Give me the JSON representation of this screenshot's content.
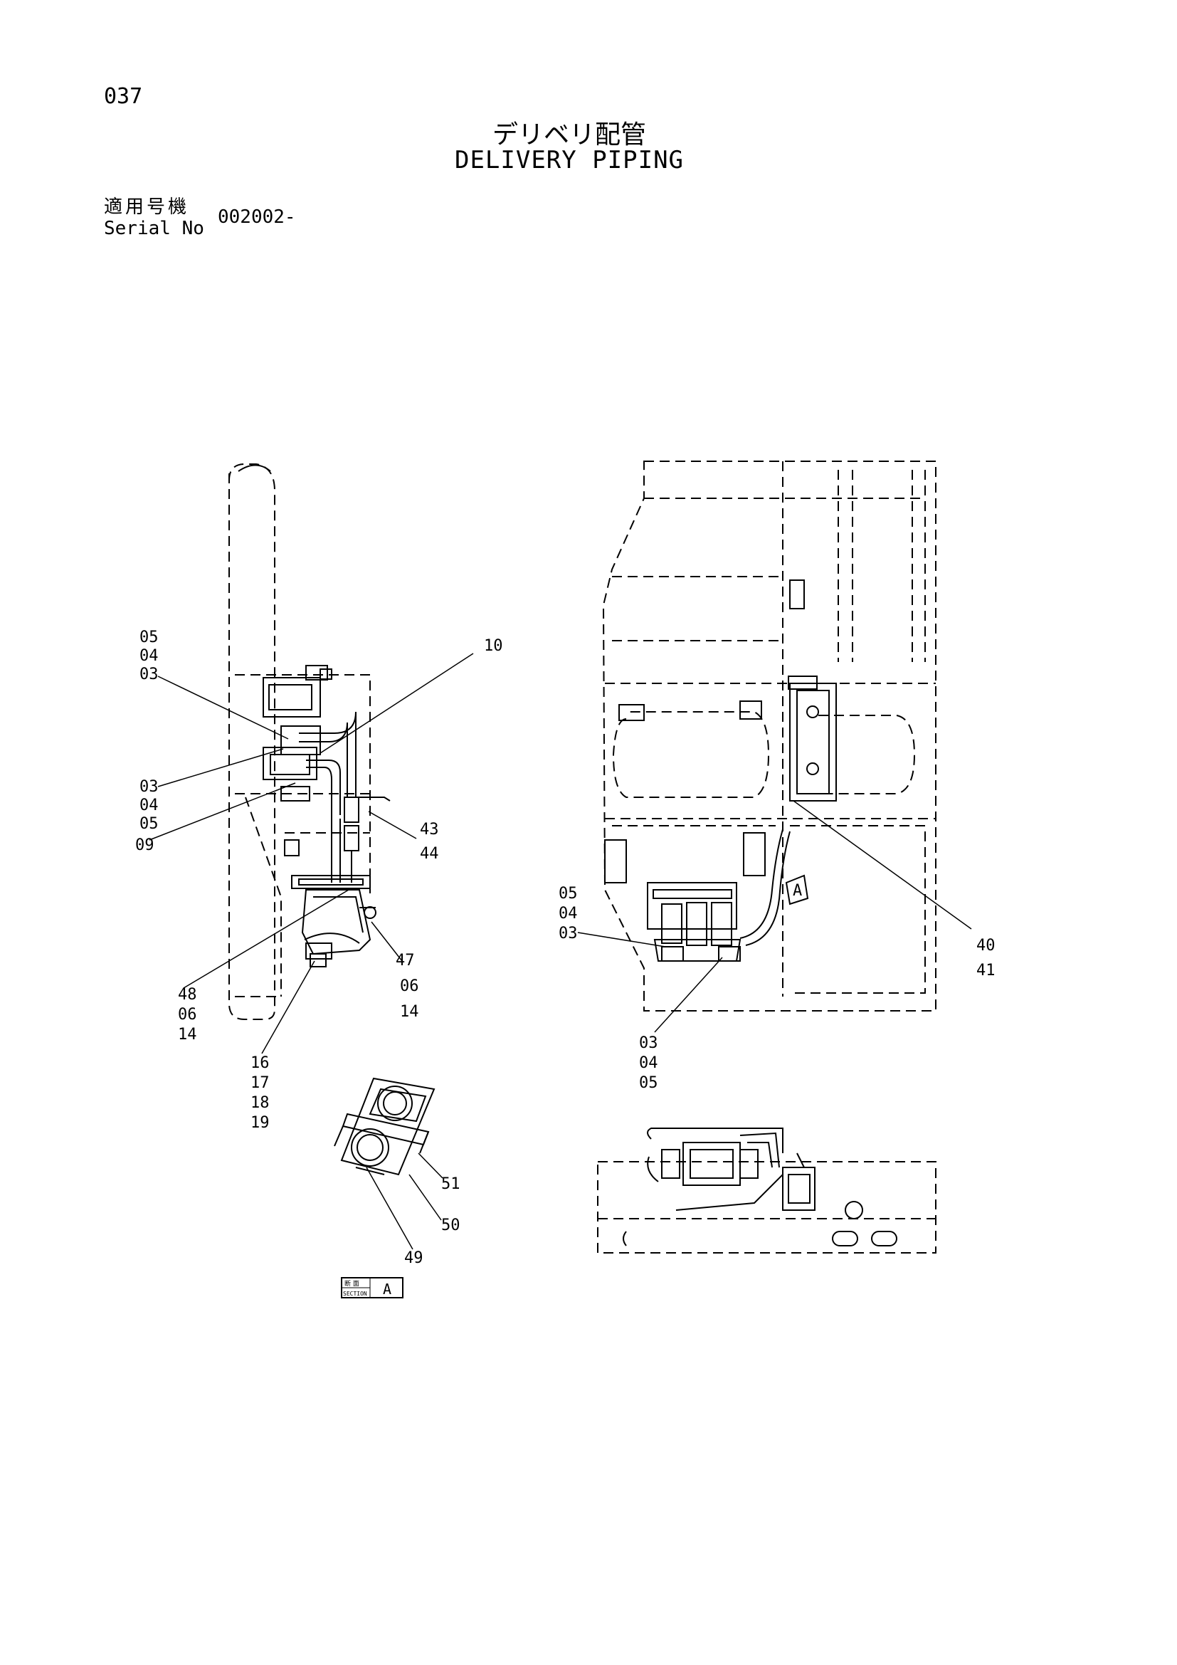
{
  "header": {
    "page_number": "037",
    "title_jp": "デリベリ配管",
    "title_en": "DELIVERY PIPING",
    "serial_label_jp": "適用号機",
    "serial_label_en": "Serial No",
    "serial_value": "002002-"
  },
  "callouts": {
    "left_top": [
      "05",
      "04",
      "03"
    ],
    "left_mid": [
      "03",
      "04",
      "05"
    ],
    "pipe_10": "10",
    "pipe_09": "09",
    "valve_43_44": [
      "43",
      "44"
    ],
    "motor_47_06_14": [
      "47",
      "06",
      "14"
    ],
    "motor_48_06_14": [
      "48",
      "06",
      "14"
    ],
    "motor_16_19": [
      "16",
      "17",
      "18",
      "19"
    ],
    "section_51": "51",
    "section_50": "50",
    "section_49": "49",
    "right_05_04_03": [
      "05",
      "04",
      "03"
    ],
    "right_40_41": [
      "40",
      "41"
    ],
    "right_03_04_05": [
      "03",
      "04",
      "05"
    ],
    "view_marker": "A"
  },
  "section_box": {
    "label_jp": "断 面",
    "label_en": "SECTION",
    "letter": "A"
  }
}
